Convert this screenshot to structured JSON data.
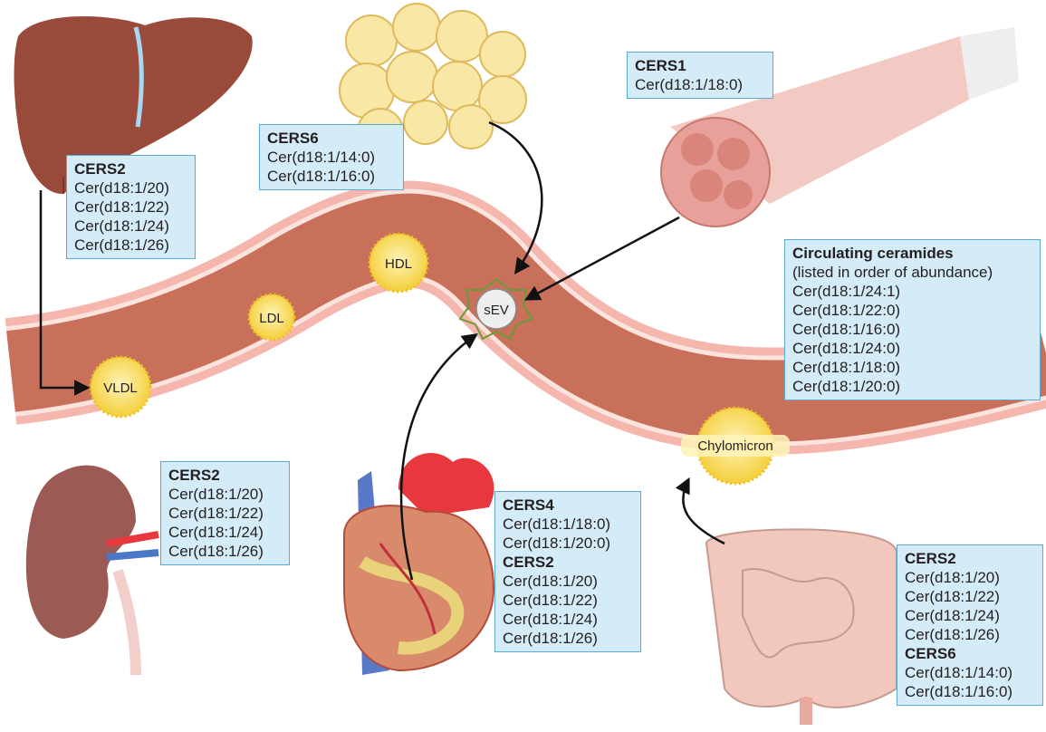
{
  "particles": {
    "vldl": "VLDL",
    "ldl": "LDL",
    "hdl": "HDL",
    "sev": "sEV",
    "chylomicron": "Chylomicron"
  },
  "boxes": {
    "liver": {
      "lines": [
        {
          "t": "CERS2",
          "h": true
        },
        {
          "t": "Cer(d18:1/20)"
        },
        {
          "t": "Cer(d18:1/22)"
        },
        {
          "t": "Cer(d18:1/24)"
        },
        {
          "t": "Cer(d18:1/26)"
        }
      ]
    },
    "adipose": {
      "lines": [
        {
          "t": "CERS6",
          "h": true
        },
        {
          "t": "Cer(d18:1/14:0)"
        },
        {
          "t": "Cer(d18:1/16:0)"
        }
      ]
    },
    "muscle": {
      "lines": [
        {
          "t": "CERS1",
          "h": true
        },
        {
          "t": "Cer(d18:1/18:0)"
        }
      ]
    },
    "circulating": {
      "lines": [
        {
          "t": "Circulating ceramides",
          "h": true
        },
        {
          "t": "(listed in order of abundance)"
        },
        {
          "t": "Cer(d18:1/24:1)"
        },
        {
          "t": "Cer(d18:1/22:0)"
        },
        {
          "t": "Cer(d18:1/16:0)"
        },
        {
          "t": "Cer(d18:1/24:0)"
        },
        {
          "t": "Cer(d18:1/18:0)"
        },
        {
          "t": "Cer(d18:1/20:0)"
        }
      ]
    },
    "kidney": {
      "lines": [
        {
          "t": "CERS2",
          "h": true
        },
        {
          "t": "Cer(d18:1/20)"
        },
        {
          "t": "Cer(d18:1/22)"
        },
        {
          "t": "Cer(d18:1/24)"
        },
        {
          "t": "Cer(d18:1/26)"
        }
      ]
    },
    "heart": {
      "lines": [
        {
          "t": "CERS4",
          "h": true
        },
        {
          "t": "Cer(d18:1/18:0)"
        },
        {
          "t": "Cer(d18:1/20:0)"
        },
        {
          "t": "CERS2",
          "h": true
        },
        {
          "t": "Cer(d18:1/20)"
        },
        {
          "t": "Cer(d18:1/22)"
        },
        {
          "t": "Cer(d18:1/24)"
        },
        {
          "t": "Cer(d18:1/26)"
        }
      ]
    },
    "intestine": {
      "lines": [
        {
          "t": "CERS2",
          "h": true
        },
        {
          "t": "Cer(d18:1/20)"
        },
        {
          "t": "Cer(d18:1/22)"
        },
        {
          "t": "Cer(d18:1/24)"
        },
        {
          "t": "Cer(d18:1/26)"
        },
        {
          "t": "CERS6",
          "h": true
        },
        {
          "t": "Cer(d18:1/14:0)"
        },
        {
          "t": "Cer(d18:1/16:0)"
        }
      ]
    }
  },
  "colors": {
    "vessel_wall": "#f4b6ad",
    "vessel_lumen": "#c8705a",
    "box_fill": "#d4ebf8",
    "box_border": "#5aa9d6",
    "particle": "#f8e07a",
    "liver": "#9a4a3a",
    "kidney": "#9c5a55",
    "adipocyte": "#f9e7a6",
    "muscle": "#e8a19a",
    "intestine": "#f2c7bd"
  }
}
